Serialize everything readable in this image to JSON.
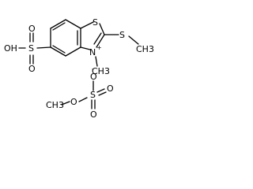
{
  "structure": {
    "cation": {
      "ring_sulfur": "S",
      "ring_nitrogen": "N",
      "nitrogen_charge": "+",
      "methyl_on_nitrogen": "CH3",
      "thioether_sulfur": "S",
      "thioether_methyl": "CH3",
      "sulfonic_acid": {
        "sulfur": "S",
        "oxo_top": "O",
        "oxo_bottom": "O",
        "hydroxyl": "OH"
      }
    },
    "anion": {
      "methyl": "CH3",
      "ester_oxygen": "O",
      "sulfur": "S",
      "anionic_oxygen": "O",
      "anion_charge": "-",
      "oxo_right": "O",
      "oxo_bottom": "O"
    }
  }
}
